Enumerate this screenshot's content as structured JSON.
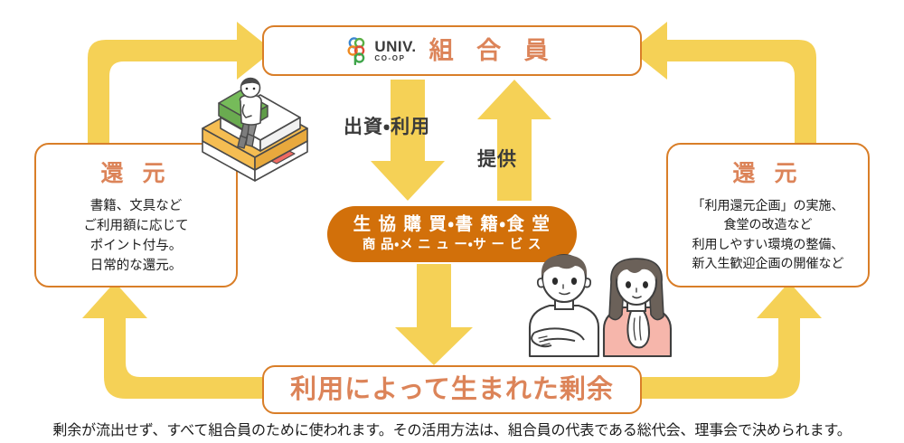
{
  "diagram": {
    "member_box": {
      "logo": {
        "mark_name": "univ-coop-logo-mark",
        "univ_text": "UNIV.",
        "coop_text": "CO-OP",
        "colors": {
          "c_blue": "#3a86cf",
          "o_green": "#5aaf46",
          "o_orange": "#ef8b22",
          "o_red": "#e04b36",
          "p_green": "#3fa54a"
        }
      },
      "title": "組 合 員"
    },
    "left_box": {
      "title": "還 元",
      "body": "書籍、文具など\nご利用額に応じて\nポイント付与。\n日常的な還元。"
    },
    "right_box": {
      "title": "還 元",
      "body": "「利用還元企画」の実施、\n食堂の改造など\n利用しやすい環境の整備、\n新入生歓迎企画の開催など"
    },
    "service_pill": {
      "line1": "生 協 購 買・書 籍・食 堂",
      "line2": "商 品・メ ニ ュ ー・サ ー ビ ス"
    },
    "surplus_box": {
      "title": "利用によって生まれた剰余"
    },
    "arrows": {
      "invest_label": "出資・利用",
      "provide_label": "提供",
      "invest_direction": "down",
      "provide_direction": "up",
      "left_loop": "left-box-up-then-right-to-member",
      "right_loop": "right-box-up-then-left-to-member",
      "bottom_left_loop": "surplus-left-then-up-to-left-box",
      "bottom_right_loop": "surplus-right-then-up-to-right-box"
    },
    "caption": "剰余が流出せず、すべて組合員のために使われます。その活用方法は、組合員の代表である総代会、理事会で決められます。",
    "illustrations": {
      "books_person": "person-sitting-on-books-illustration",
      "students": "two-students-illustration"
    },
    "colors": {
      "arrow_yellow": "#F5D156",
      "box_border_orange": "#D97E28",
      "title_salmon": "#DC8459",
      "pill_orange": "#D2700A",
      "text_dark": "#1b1b1b",
      "background": "#ffffff"
    }
  }
}
